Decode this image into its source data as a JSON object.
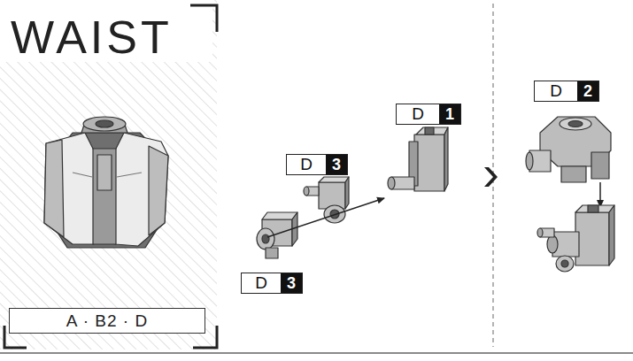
{
  "diagram": {
    "title": "WAIST",
    "nodes": [
      {
        "text": [
          "A · B2 · D"
        ]
      },
      {
        "text": [
          "D",
          "1"
        ]
      },
      {
        "text": [
          "D",
          "3"
        ]
      },
      {
        "text": [
          "D",
          "3"
        ]
      },
      {
        "text": [
          "D",
          "2"
        ]
      }
    ]
  }
}
